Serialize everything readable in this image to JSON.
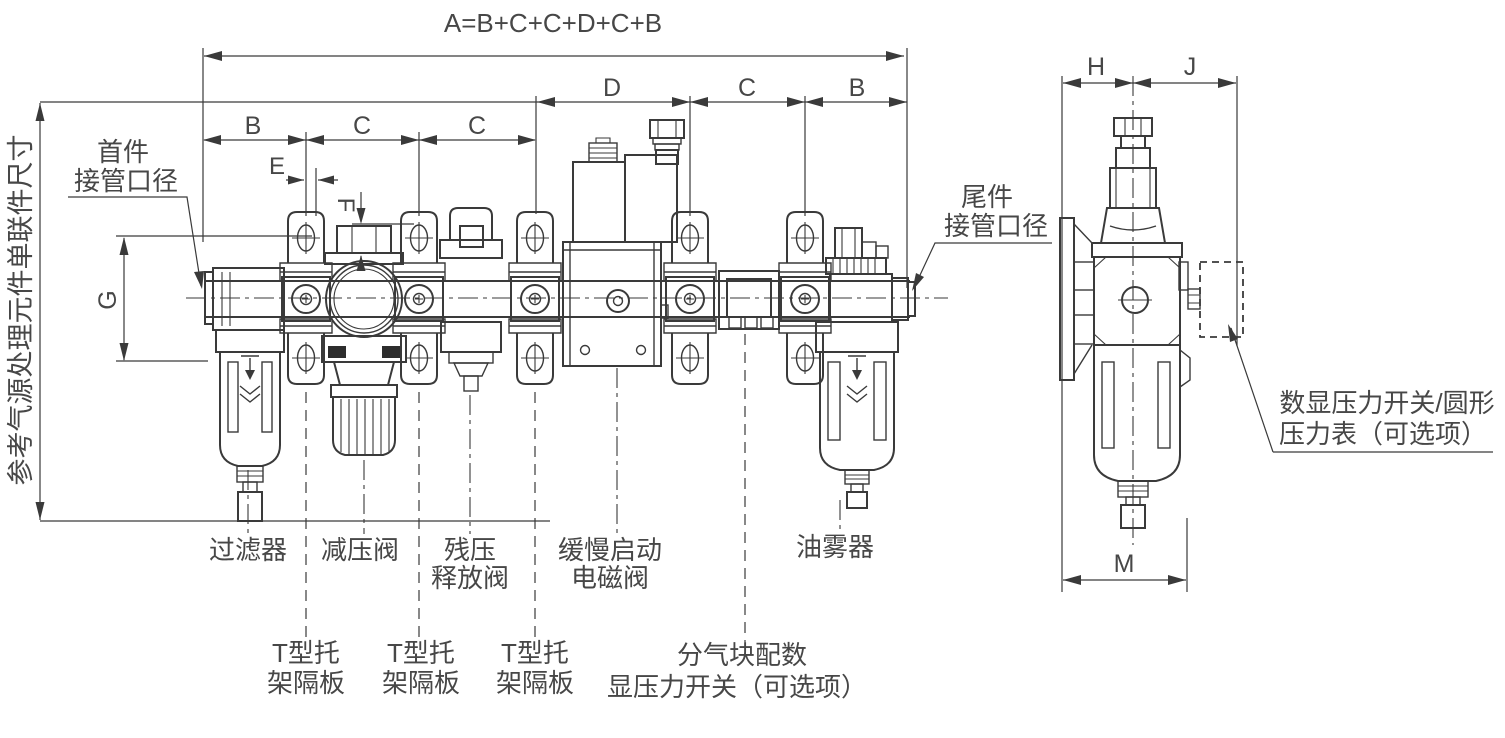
{
  "drawing": {
    "formula": "A=B+C+C+D+C+B",
    "dims": {
      "B": "B",
      "C": "C",
      "D": "D",
      "E": "E",
      "F": "F",
      "G": "G",
      "H": "H",
      "J": "J",
      "M": "M"
    },
    "side_note": "参考气源处理元件单联件尺寸",
    "inlet_label": {
      "line1": "首件",
      "line2": "接管口径"
    },
    "outlet_label": {
      "line1": "尾件",
      "line2": "接管口径"
    },
    "components": {
      "filter": "过滤器",
      "regulator": "减压阀",
      "release_valve_line1": "残压",
      "release_valve_line2": "释放阀",
      "slow_start_line1": "缓慢启动",
      "slow_start_line2": "电磁阀",
      "lubricator": "油雾器"
    },
    "bracket_label": {
      "line1": "T型托",
      "line2": "架隔板"
    },
    "manifold_switch_label": {
      "line1": "分气块配数",
      "line2": "显压力开关（可选项）"
    },
    "gauge_option_label": {
      "line1": "数显压力开关/圆形",
      "line2": "压力表（可选项）"
    },
    "colors": {
      "line": "#3a3a3a",
      "text": "#474747",
      "background": "#ffffff"
    }
  }
}
